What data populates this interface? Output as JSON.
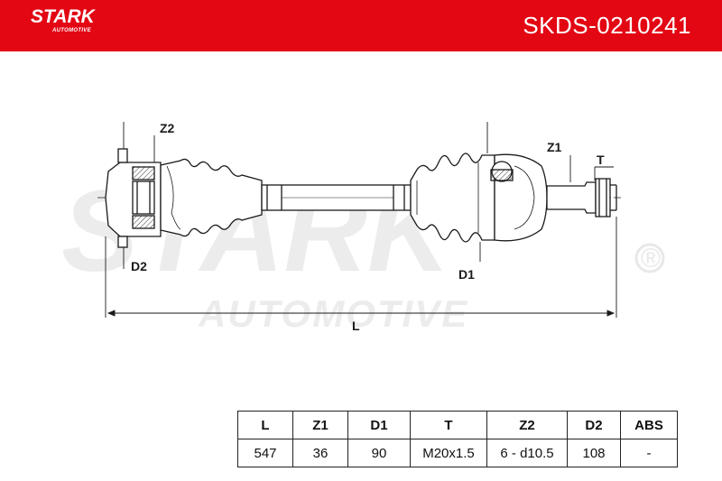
{
  "header": {
    "brand": "STARK",
    "brand_sub": "AUTOMOTIVE",
    "part_number": "SKDS-0210241",
    "bg_color": "#e30613"
  },
  "watermark": {
    "main": "STARK",
    "sub": "AUTOMOTIVE",
    "registered": "®"
  },
  "drawing_labels": {
    "z2": "Z2",
    "d2": "D2",
    "z1": "Z1",
    "t": "T",
    "d1": "D1",
    "l": "L"
  },
  "spec_table": {
    "headers": [
      "L",
      "Z1",
      "D1",
      "T",
      "Z2",
      "D2",
      "ABS"
    ],
    "values": [
      "547",
      "36",
      "90",
      "M20x1.5",
      "6 - d10.5",
      "108",
      "-"
    ]
  }
}
